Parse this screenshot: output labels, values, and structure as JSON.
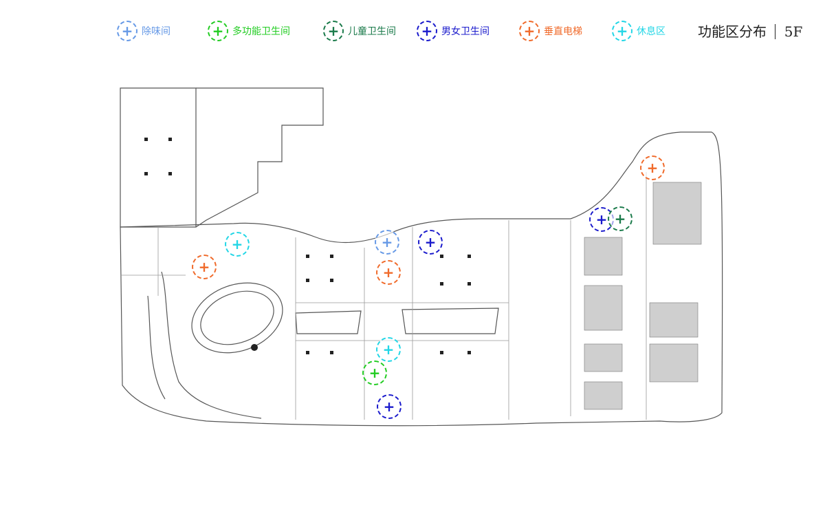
{
  "legend": [
    {
      "key": "deodorize",
      "label": "除味间",
      "color": "#6699e6"
    },
    {
      "key": "accessible",
      "label": "多功能卫生间",
      "color": "#22cc22"
    },
    {
      "key": "children",
      "label": "儿童卫生间",
      "color": "#1a7a4a"
    },
    {
      "key": "restroom",
      "label": "男女卫生间",
      "color": "#1a1acc"
    },
    {
      "key": "elevator",
      "label": "垂直电梯",
      "color": "#f06a2a"
    },
    {
      "key": "rest",
      "label": "休息区",
      "color": "#22d6e6"
    }
  ],
  "title": {
    "name": "功能区分布",
    "floor": "5F"
  },
  "marker_glyph": "+",
  "map_markers": [
    {
      "type": "rest"
    },
    {
      "type": "elevator"
    },
    {
      "type": "deodorize"
    },
    {
      "type": "restroom"
    },
    {
      "type": "elevator"
    },
    {
      "type": "rest"
    },
    {
      "type": "accessible"
    },
    {
      "type": "restroom"
    },
    {
      "type": "elevator"
    },
    {
      "type": "restroom"
    },
    {
      "type": "children"
    }
  ]
}
